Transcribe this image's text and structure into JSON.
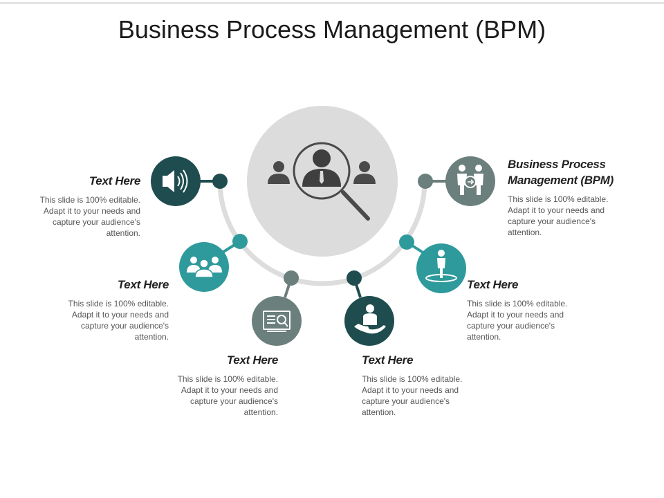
{
  "title": "Business Process Management (BPM)",
  "colors": {
    "dark_teal": "#1f4d4f",
    "teal": "#2f9a9c",
    "gray_teal": "#6b7f7c",
    "center_circle": "#dcdcdc",
    "arc": "#dddddd"
  },
  "center": {
    "icon": "magnifier-people-icon"
  },
  "items": [
    {
      "id": "left-top",
      "heading": "Text Here",
      "body": "This slide is 100% editable. Adapt it to your needs and capture your audience's attention.",
      "icon": "speaker-icon"
    },
    {
      "id": "left-mid",
      "heading": "Text Here",
      "body": "This slide is 100% editable. Adapt it to your needs and capture your audience's attention.",
      "icon": "team-icon"
    },
    {
      "id": "bottom-left",
      "heading": "Text Here",
      "body": "This slide is 100% editable. Adapt it to your needs and capture your audience's attention.",
      "icon": "monitor-search-icon"
    },
    {
      "id": "bottom-right",
      "heading": "Text Here",
      "body": "This slide is 100% editable. Adapt it to your needs and capture your audience's attention.",
      "icon": "hand-person-icon"
    },
    {
      "id": "right-mid",
      "heading": "Text Here",
      "body": "This slide is 100% editable. Adapt it to your needs and capture your audience's attention.",
      "icon": "person-spotlight-icon"
    },
    {
      "id": "right-top",
      "heading": "Business Process Management (BPM)",
      "body": "This slide is 100% editable. Adapt it to your needs and capture your audience's attention.",
      "icon": "exchange-people-icon"
    }
  ]
}
